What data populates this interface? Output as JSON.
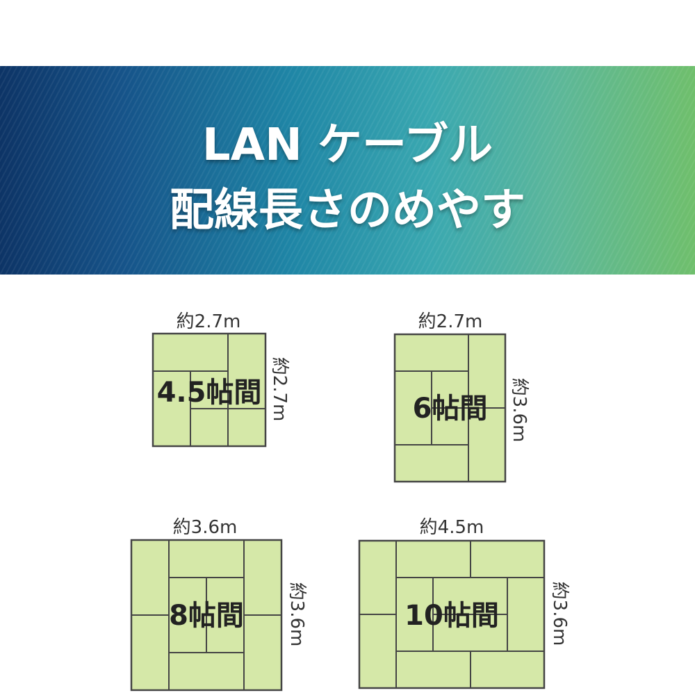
{
  "banner": {
    "title_line1": "LAN ケーブル",
    "title_line2": "配線長さのめやす"
  },
  "colors": {
    "mat_fill": "#d5e8a8",
    "mat_stroke": "#444444"
  },
  "rooms": [
    {
      "name": "4.5帖間",
      "width_label": "約2.7m",
      "height_label": "約2.7m"
    },
    {
      "name": "6帖間",
      "width_label": "約2.7m",
      "height_label": "約3.6m"
    },
    {
      "name": "8帖間",
      "width_label": "約3.6m",
      "height_label": "約3.6m"
    },
    {
      "name": "10帖間",
      "width_label": "約4.5m",
      "height_label": "約3.6m"
    }
  ]
}
